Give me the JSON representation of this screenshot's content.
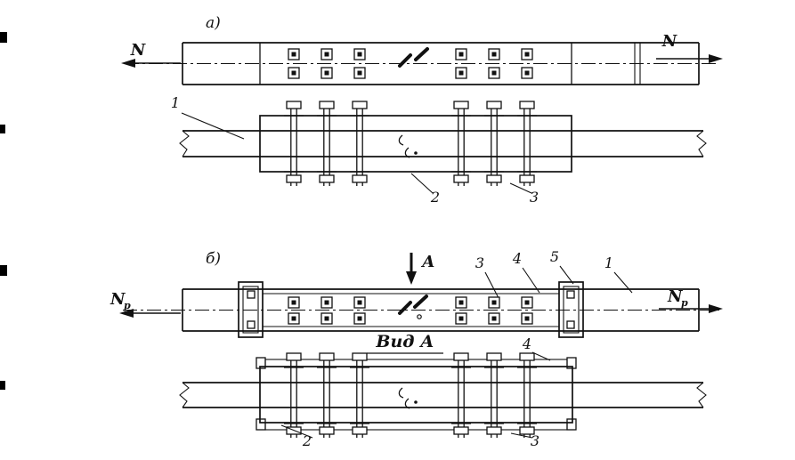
{
  "figure": {
    "part_a": {
      "label": "а)",
      "force_left": "N",
      "force_right": "N",
      "callouts": {
        "c1": "1",
        "c2": "2",
        "c3": "3"
      }
    },
    "part_b": {
      "label": "б)",
      "force_main": "N",
      "force_sub": "р",
      "section_arrow_label": "А",
      "view_title": "Вид А",
      "callouts": {
        "c3_top": "3",
        "c4_top": "4",
        "c5": "5",
        "c1": "1",
        "c4_side": "4",
        "c2": "2",
        "c3_side": "3"
      }
    }
  }
}
